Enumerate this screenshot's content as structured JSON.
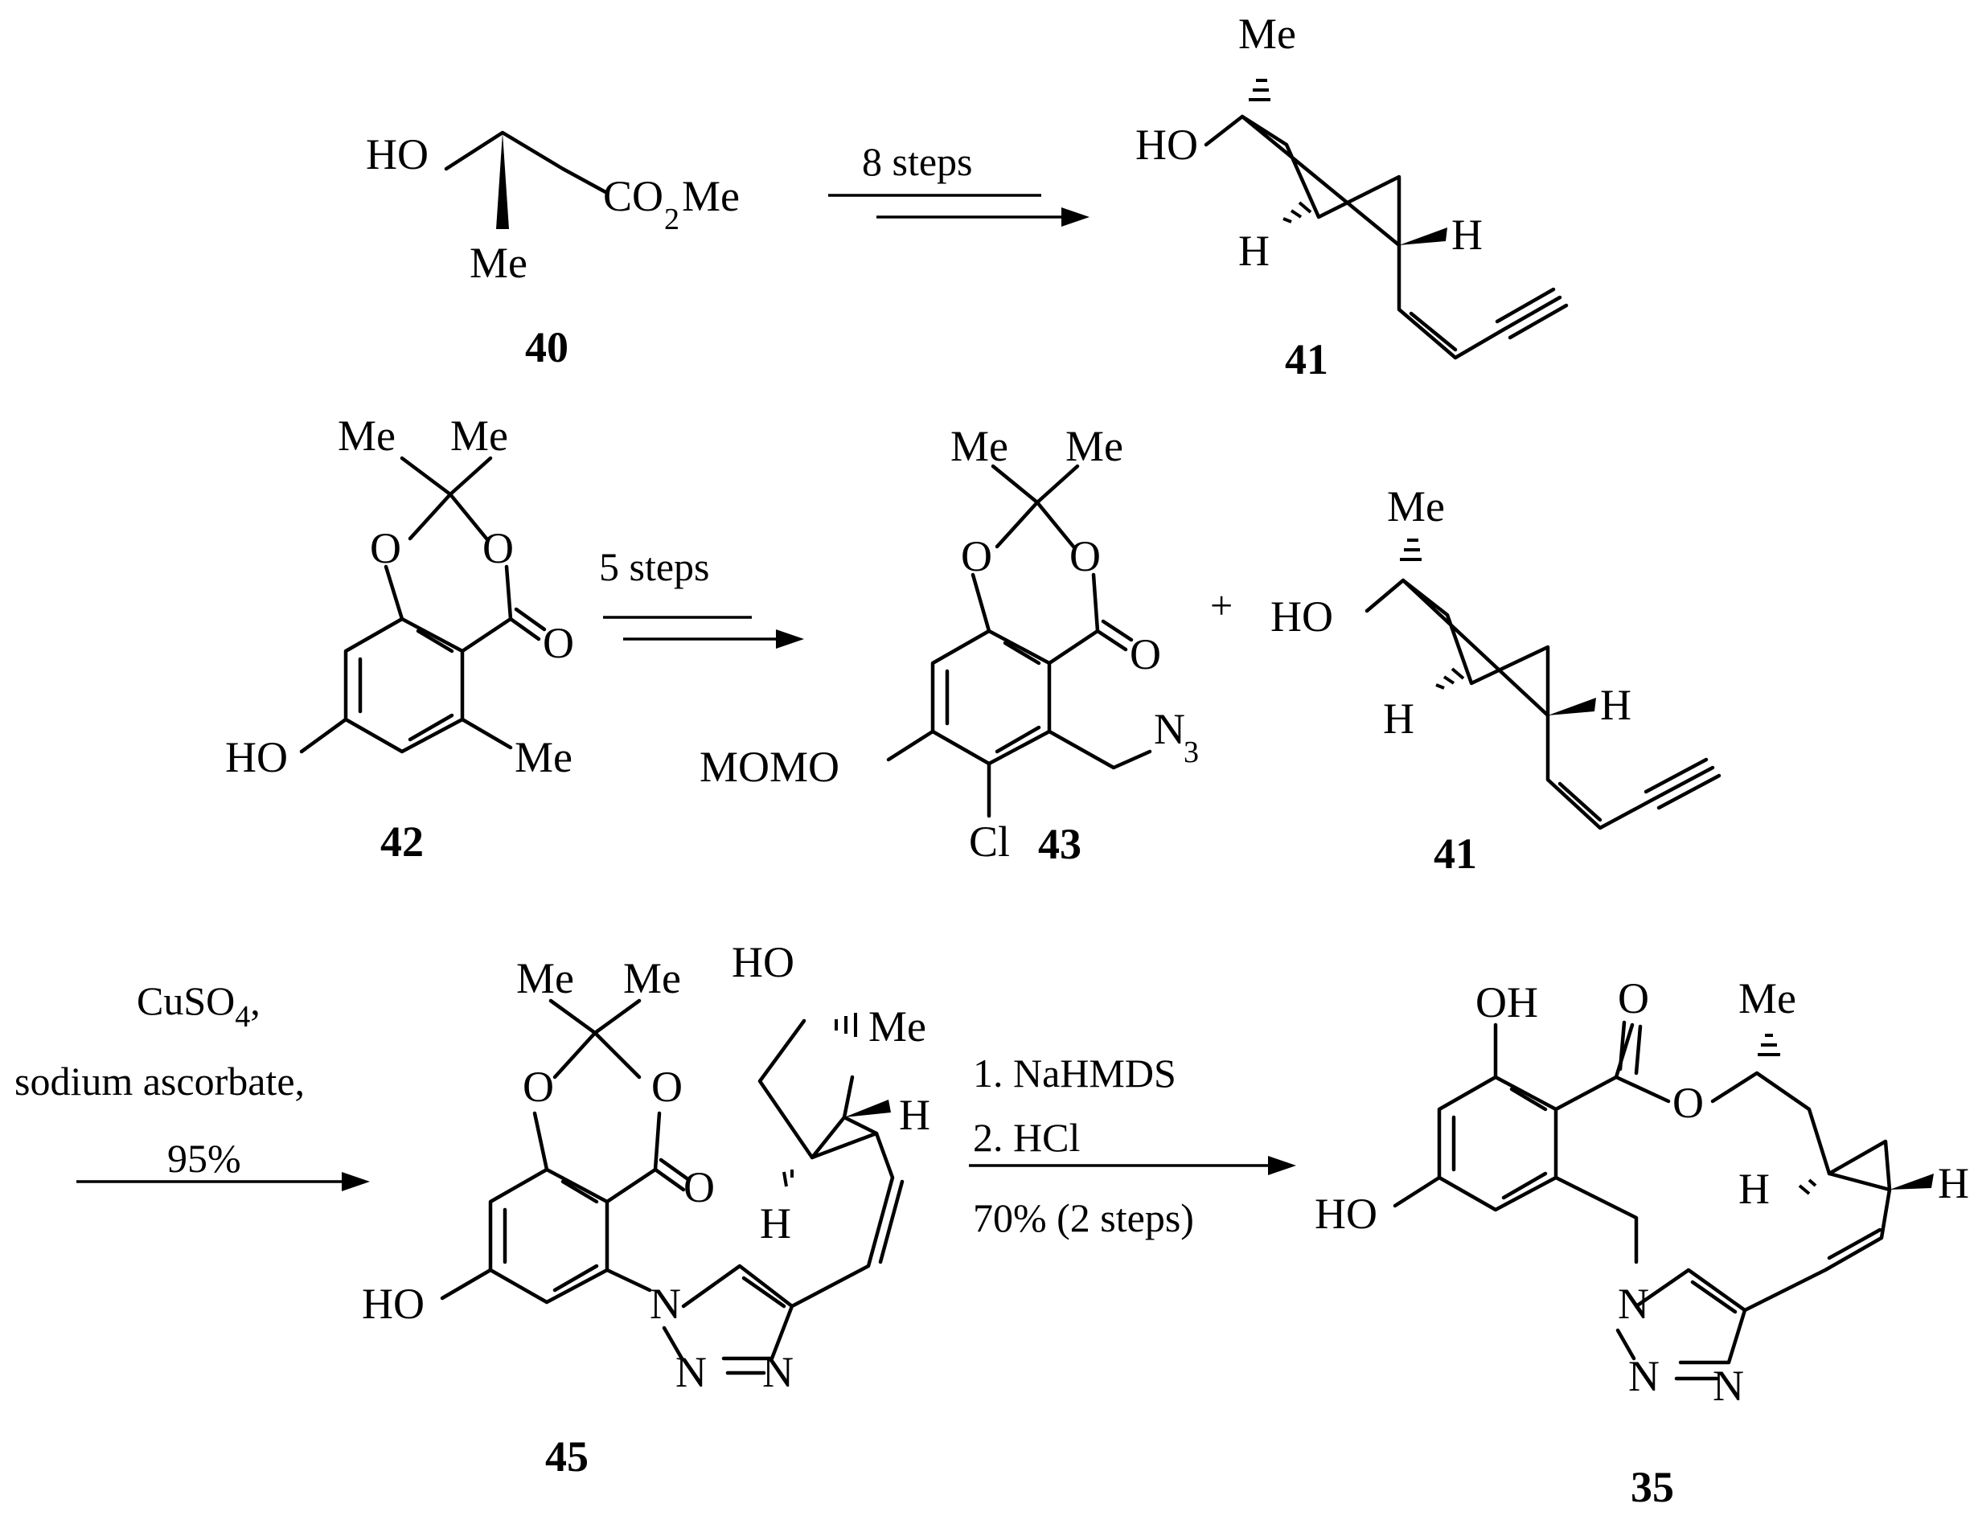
{
  "compounds": {
    "c40": {
      "number": "40"
    },
    "c41": {
      "number": "41"
    },
    "c42": {
      "number": "42"
    },
    "c43": {
      "number": "43"
    },
    "c45": {
      "number": "45"
    },
    "c35": {
      "number": "35"
    }
  },
  "steps": {
    "s1": {
      "label": "8 steps"
    },
    "s2": {
      "label": "5 steps",
      "plus": "+"
    },
    "s3": {
      "line1": "CuSO",
      "line1_sub": "4",
      "line1_suffix": ",",
      "line2": "sodium ascorbate,",
      "line3": "95%"
    },
    "s4": {
      "line1": "1. NaHMDS",
      "line2": "2. HCl",
      "line3": "70% (2 steps)"
    }
  },
  "atoms": {
    "HO": "HO",
    "OH": "OH",
    "Me": "Me",
    "CO2Me_a": "CO",
    "CO2Me_sub": "2",
    "CO2Me_b": "Me",
    "H": "H",
    "O": "O",
    "N": "N",
    "N3": "N",
    "N3_sub": "3",
    "Cl": "Cl",
    "MOMO": "MOMO"
  }
}
